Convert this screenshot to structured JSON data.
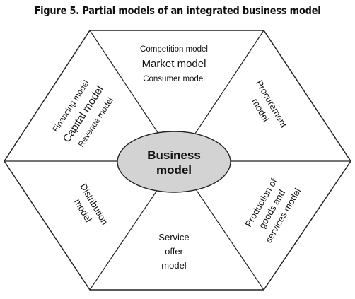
{
  "figure": {
    "title": "Figure 5. Partial models of an integrated business model"
  },
  "center": {
    "line1": "Business",
    "line2": "model"
  },
  "segments": {
    "top": {
      "sub_top": "Competition model",
      "main": "Market model",
      "sub_bottom": "Consumer model"
    },
    "upper_left": {
      "sub_top": "Financing model",
      "main": "Capital model",
      "sub_bottom": "Revenue model"
    },
    "upper_right": {
      "line1": "Procurement",
      "line2": "model"
    },
    "lower_left": {
      "line1": "Distribution",
      "line2": "model"
    },
    "lower_right": {
      "line1": "Production of",
      "line2": "goods and",
      "line3": "services model"
    },
    "bottom": {
      "line1": "Service",
      "line2": "offer",
      "line3": "model"
    }
  },
  "colors": {
    "ellipse_fill": "#d3d3d3",
    "stroke": "#222222"
  }
}
